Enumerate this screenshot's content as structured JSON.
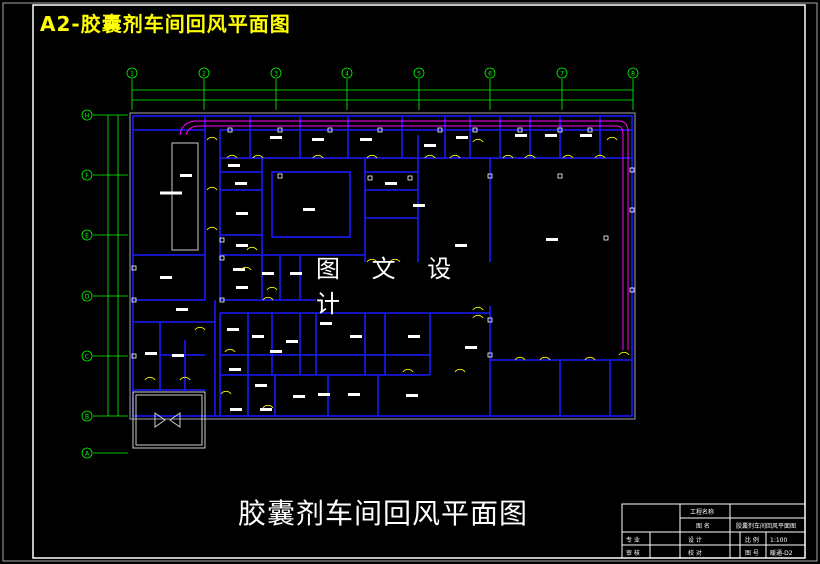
{
  "drawing": {
    "title": "A2-胶囊剂车间回风平面图",
    "caption": "胶囊剂车间回风平面图",
    "watermark": "图 文 设 计",
    "column_axes": [
      "1",
      "2",
      "3",
      "4",
      "5",
      "6",
      "7",
      "8"
    ],
    "row_axes": [
      "H",
      "F",
      "E",
      "D",
      "C",
      "B",
      "A"
    ]
  },
  "title_block": {
    "project": "工程名称",
    "drawing_name_label": "图 名",
    "drawing_name": "胶囊剂车间回风平面图",
    "specialty_label": "专 业",
    "designer_label": "设 计",
    "scale_label": "比 例",
    "scale": "1:100",
    "reviewer_label": "审 核",
    "checker_label": "校 对",
    "drawing_no_label": "图 号",
    "drawing_no": "暖通-D2"
  },
  "colors": {
    "background": "#000000",
    "frame": "#ffffff",
    "walls": "#0000ff",
    "doors": "#ffff00",
    "axes": "#00ff00",
    "duct": "#ff00ff",
    "title": "#ffff00"
  }
}
